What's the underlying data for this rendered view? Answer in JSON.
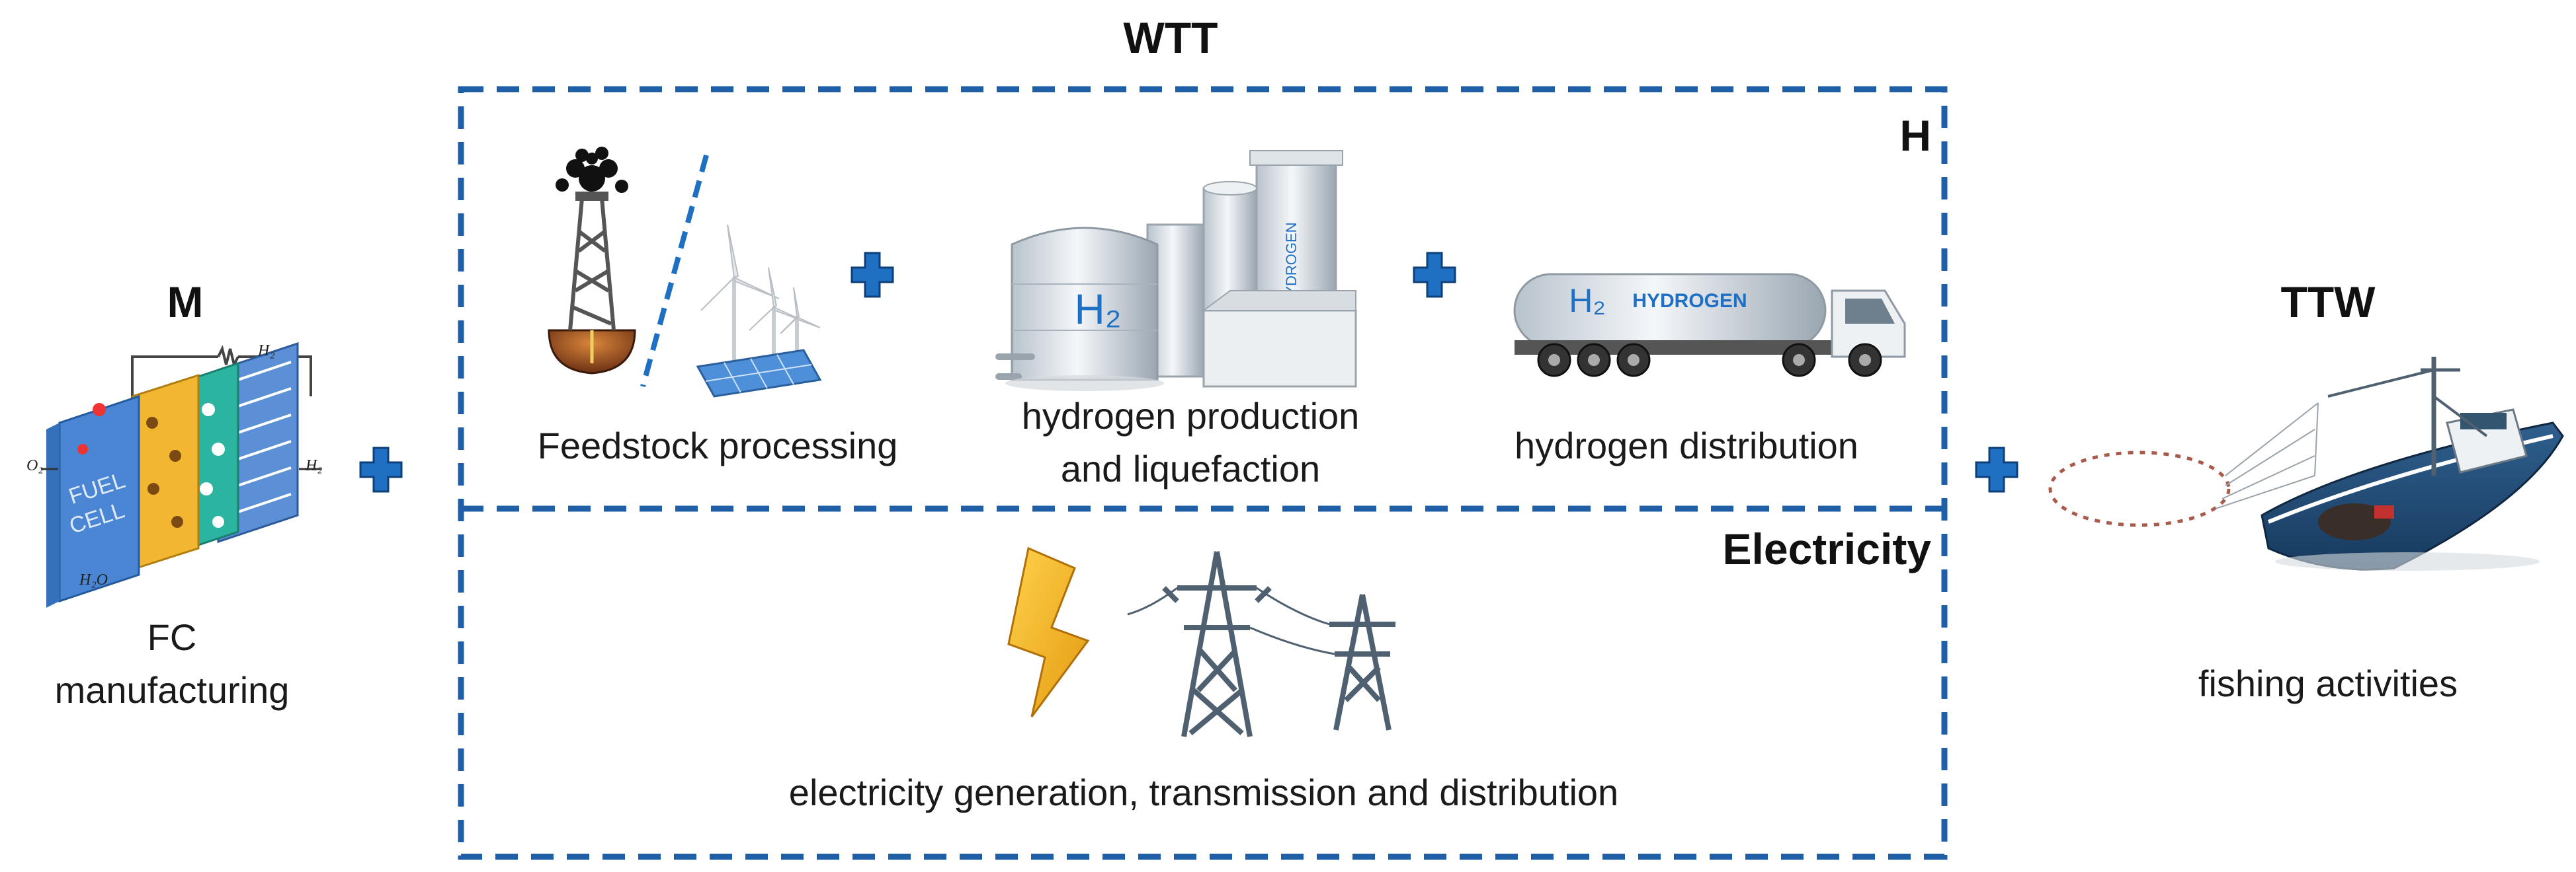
{
  "labels": {
    "wtt": "WTT",
    "m": "M",
    "ttw": "TTW",
    "h": "H",
    "electricity": "Electricity",
    "fc_line1": "FC",
    "fc_line2": "manufacturing",
    "feedstock": "Feedstock processing",
    "h2prod_line1": "hydrogen production",
    "h2prod_line2": "and liquefaction",
    "h2dist": "hydrogen distribution",
    "elec_chain": "electricity generation, transmission and distribution",
    "fishing": "fishing activities"
  },
  "icon_text": {
    "fuel_cell_word1": "FUEL",
    "fuel_cell_word2": "CELL",
    "fc_o2": "O₂",
    "fc_h2_top": "H₂",
    "fc_h2_right": "H₂",
    "fc_h2o": "H₂O",
    "tank_h2": "H₂",
    "tower_text": "HYDROGEN",
    "truck_h2": "H₂",
    "truck_text": "HYDROGEN"
  },
  "icons": [
    "fuel-cell-icon",
    "oil-rig-icon",
    "wind-solar-icon",
    "hydrogen-plant-icon",
    "hydrogen-truck-icon",
    "lightning-icon",
    "power-tower-icon",
    "fishing-boat-icon",
    "plus-icon"
  ],
  "colors": {
    "dashed_border": "#1f5fa8",
    "plus": "#1f6fc2"
  }
}
